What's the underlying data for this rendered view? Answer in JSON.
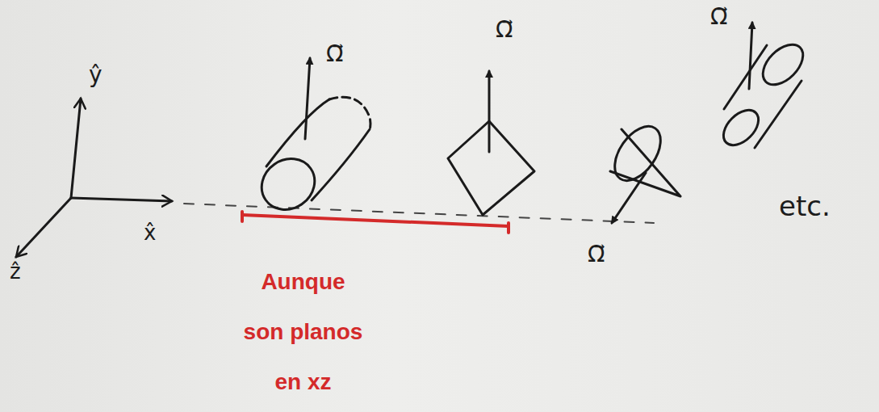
{
  "diagram": {
    "labels": [
      "ŷ",
      "Ω⃗",
      "Ω⃗",
      "Ω⃗",
      "etc.",
      "x̂",
      "Ω⃗",
      "ẑ",
      "Aunque son planos en xz"
    ]
  }
}
